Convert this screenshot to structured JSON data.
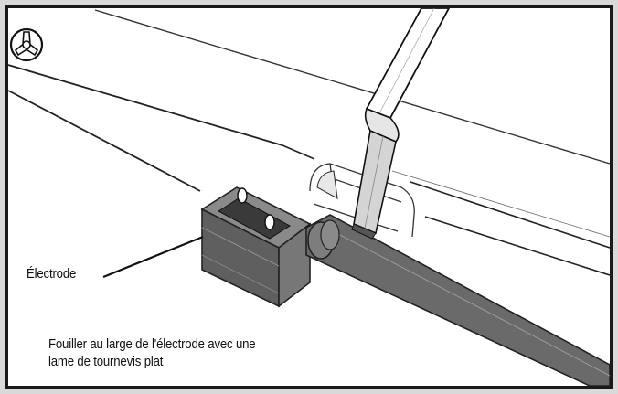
{
  "figure": {
    "callout_label": "Électrode",
    "instruction_lines": [
      "Fouiller au large de l'électrode avec une",
      "lame de tournevis plat"
    ]
  },
  "colors": {
    "frame_border": "#1a1a1a",
    "outer_background": "#d9d9d9",
    "canvas": "#ffffff",
    "line_art": "#222222",
    "electrode_body": "#6a6a6a",
    "screwdriver_shaft": "#cfcfcf"
  }
}
